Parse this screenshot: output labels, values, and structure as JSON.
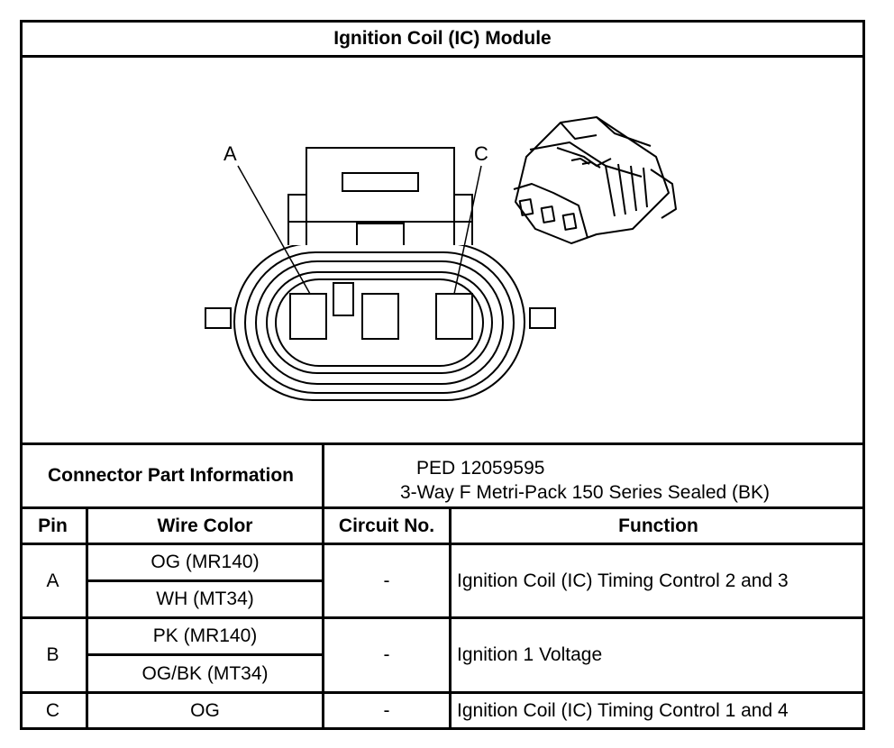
{
  "title": "Ignition Coil (IC) Module",
  "diagram": {
    "label_a": "A",
    "label_c": "C"
  },
  "connector_info": {
    "label": "Connector Part Information",
    "line1": "PED 12059595",
    "line2": "3-Way F Metri-Pack 150 Series Sealed (BK)"
  },
  "headers": {
    "pin": "Pin",
    "wire_color": "Wire Color",
    "circuit": "Circuit No.",
    "function": "Function"
  },
  "rows": [
    {
      "pin": "A",
      "wires": [
        "OG (MR140)",
        "WH (MT34)"
      ],
      "circuit": "-",
      "function": "Ignition Coil (IC) Timing Control 2 and 3"
    },
    {
      "pin": "B",
      "wires": [
        "PK (MR140)",
        "OG/BK (MT34)"
      ],
      "circuit": "-",
      "function": "Ignition 1 Voltage"
    },
    {
      "pin": "C",
      "wires": [
        "OG"
      ],
      "circuit": "-",
      "function": "Ignition Coil (IC) Timing Control 1 and 4"
    }
  ]
}
